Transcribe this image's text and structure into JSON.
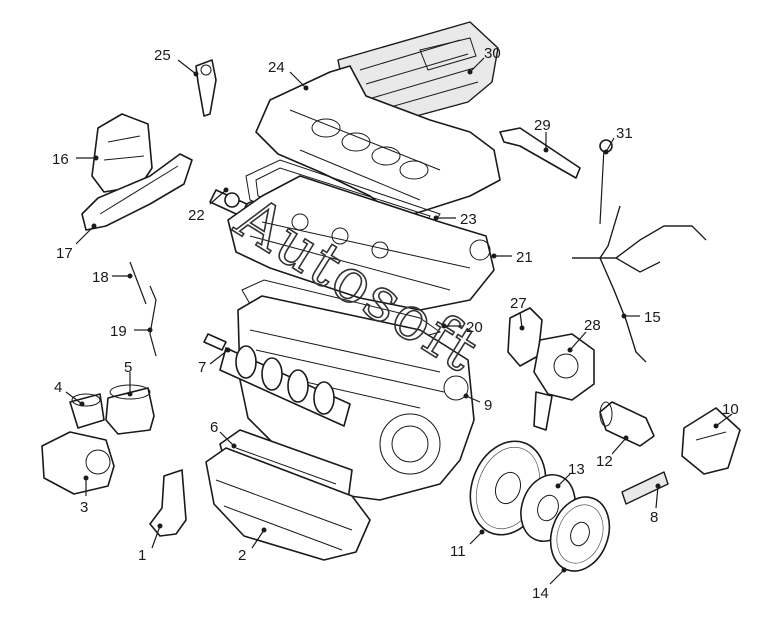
{
  "watermark": "Autosoft",
  "callouts": [
    {
      "id": "1",
      "label": "1"
    },
    {
      "id": "2",
      "label": "2"
    },
    {
      "id": "3",
      "label": "3"
    },
    {
      "id": "4",
      "label": "4"
    },
    {
      "id": "5",
      "label": "5"
    },
    {
      "id": "6",
      "label": "6"
    },
    {
      "id": "7",
      "label": "7"
    },
    {
      "id": "8",
      "label": "8"
    },
    {
      "id": "9",
      "label": "9"
    },
    {
      "id": "10",
      "label": "10"
    },
    {
      "id": "11",
      "label": "11"
    },
    {
      "id": "12",
      "label": "12"
    },
    {
      "id": "13",
      "label": "13"
    },
    {
      "id": "14",
      "label": "14"
    },
    {
      "id": "15",
      "label": "15"
    },
    {
      "id": "16",
      "label": "16"
    },
    {
      "id": "17",
      "label": "17"
    },
    {
      "id": "18",
      "label": "18"
    },
    {
      "id": "19",
      "label": "19"
    },
    {
      "id": "20",
      "label": "20"
    },
    {
      "id": "21",
      "label": "21"
    },
    {
      "id": "22",
      "label": "22"
    },
    {
      "id": "23",
      "label": "23"
    },
    {
      "id": "24",
      "label": "24"
    },
    {
      "id": "25",
      "label": "25"
    },
    {
      "id": "27",
      "label": "27"
    },
    {
      "id": "28",
      "label": "28"
    },
    {
      "id": "29",
      "label": "29"
    },
    {
      "id": "30",
      "label": "30"
    },
    {
      "id": "31",
      "label": "31"
    }
  ]
}
